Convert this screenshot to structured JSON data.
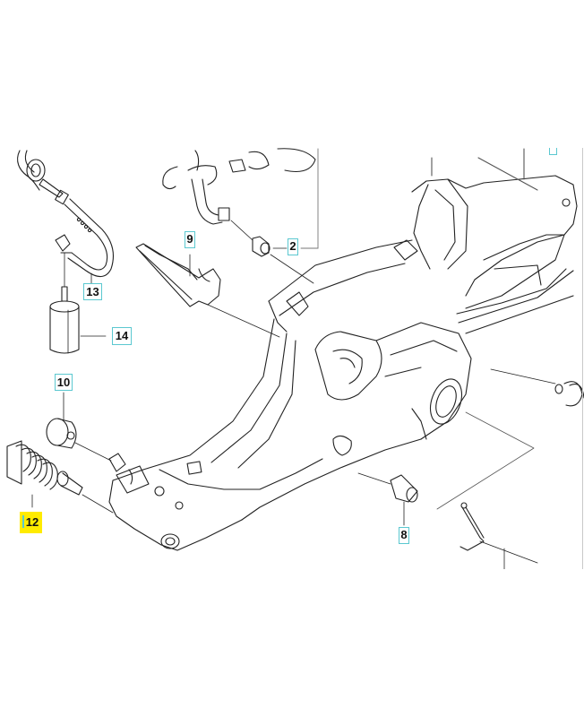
{
  "diagram": {
    "title": "Chainsaw crankcase / fuel tank exploded parts diagram",
    "line_color": "#222222",
    "callout_border_color": "#5bc8d0",
    "highlight_color": "#ffeb00",
    "callouts": [
      {
        "id": "13",
        "label": "13",
        "highlighted": false
      },
      {
        "id": "14",
        "label": "14",
        "highlighted": false
      },
      {
        "id": "10",
        "label": "10",
        "highlighted": false
      },
      {
        "id": "12",
        "label": "12",
        "highlighted": true
      },
      {
        "id": "9",
        "label": "9",
        "highlighted": false
      },
      {
        "id": "2",
        "label": "2",
        "highlighted": false
      },
      {
        "id": "8",
        "label": "8",
        "highlighted": false
      },
      {
        "id": "partial-top-right",
        "label": "",
        "highlighted": false
      }
    ],
    "parts": [
      {
        "callout": "13",
        "name": "fuel hose"
      },
      {
        "callout": "14",
        "name": "fuel filter"
      },
      {
        "callout": "10",
        "name": "rubber buffer"
      },
      {
        "callout": "12",
        "name": "anti-vibration spring"
      },
      {
        "callout": "9",
        "name": "cover"
      },
      {
        "callout": "2",
        "name": "nipple / grommet"
      },
      {
        "callout": "8",
        "name": "rubber buffer"
      }
    ]
  }
}
